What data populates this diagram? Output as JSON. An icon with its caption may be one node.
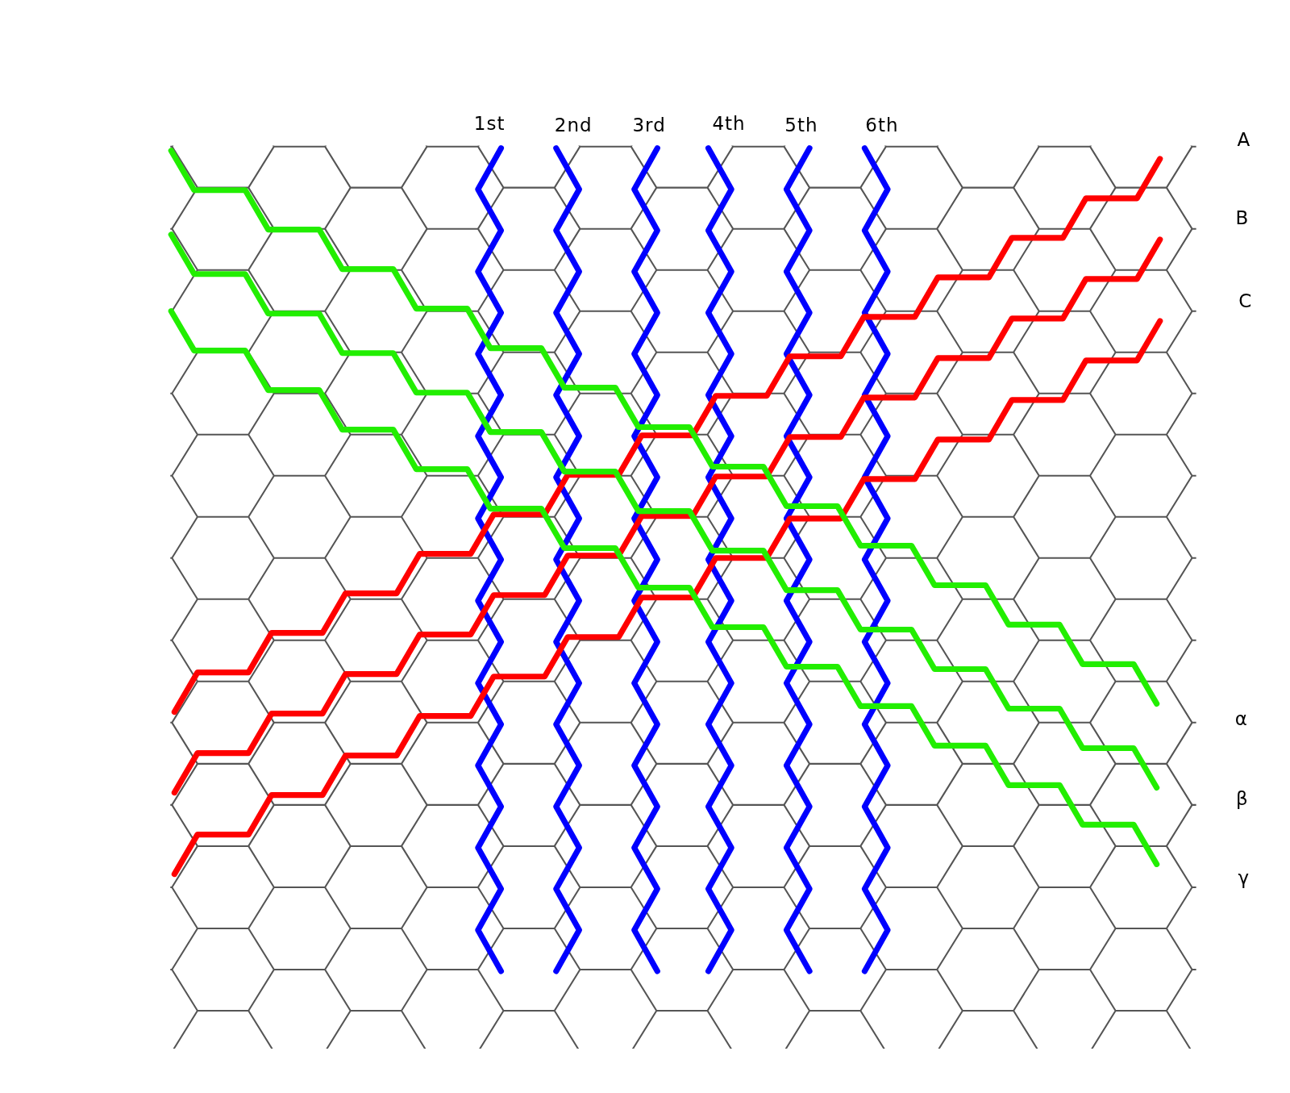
{
  "diagram": {
    "labels": [
      "1st",
      "2nd",
      "3rd",
      "4th",
      "5th",
      "6th",
      "A",
      "B",
      "C",
      "α",
      "β",
      "γ"
    ]
  }
}
